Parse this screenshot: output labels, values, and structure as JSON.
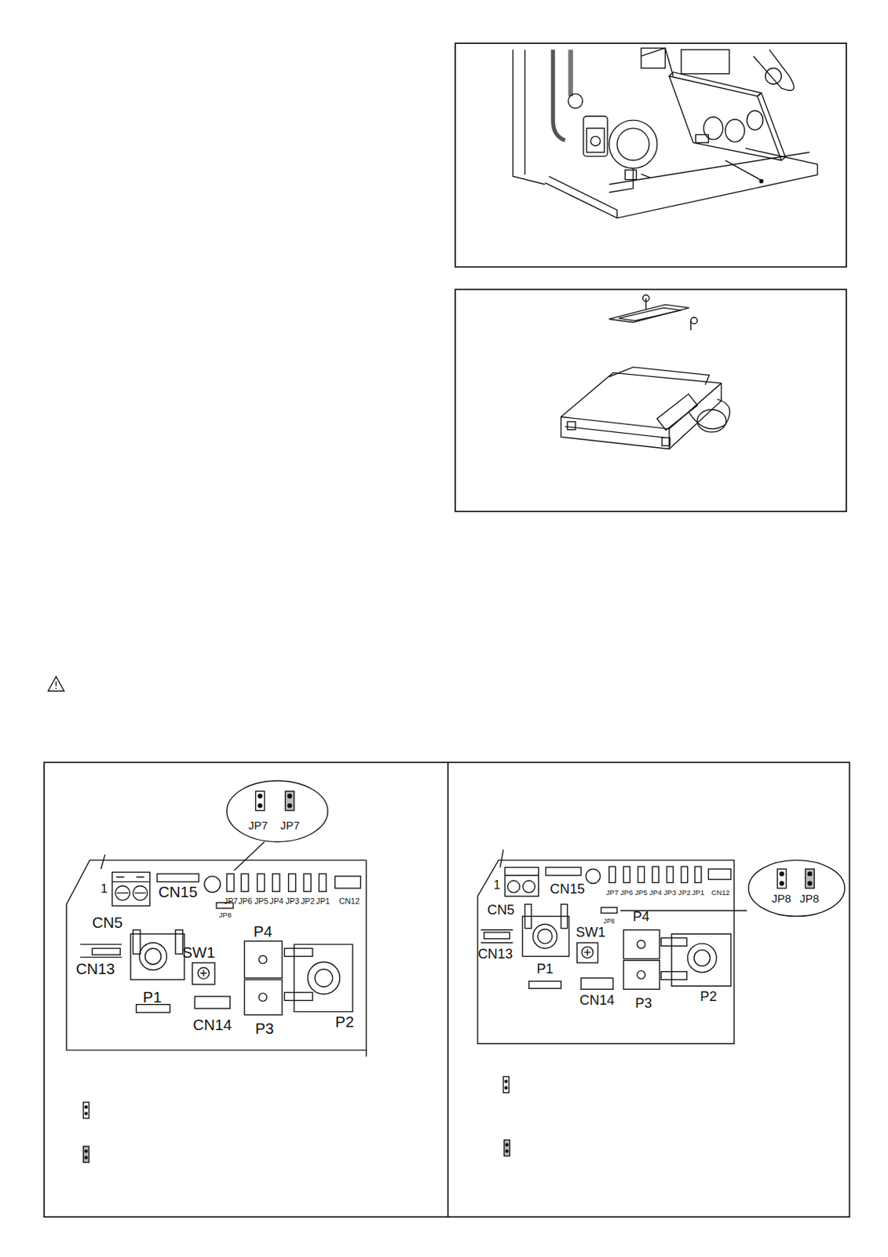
{
  "diagram": {
    "labels": [
      "JP7",
      "JP7",
      "1",
      "CN15",
      "JP7",
      "JP6",
      "JP5",
      "JP4",
      "JP3",
      "JP2",
      "JP1",
      "CN12",
      "CN5",
      "JP8",
      "P4",
      "CN13",
      "SW1",
      "P1",
      "CN14",
      "P3",
      "P2",
      "JP8",
      "JP8",
      "1",
      "CN15",
      "JP7",
      "JP6",
      "JP5",
      "JP4",
      "JP3",
      "JP2",
      "JP1",
      "CN12",
      "CN5",
      "JP8",
      "P4",
      "CN13",
      "SW1",
      "P1",
      "CN14",
      "P3",
      "P2"
    ]
  }
}
